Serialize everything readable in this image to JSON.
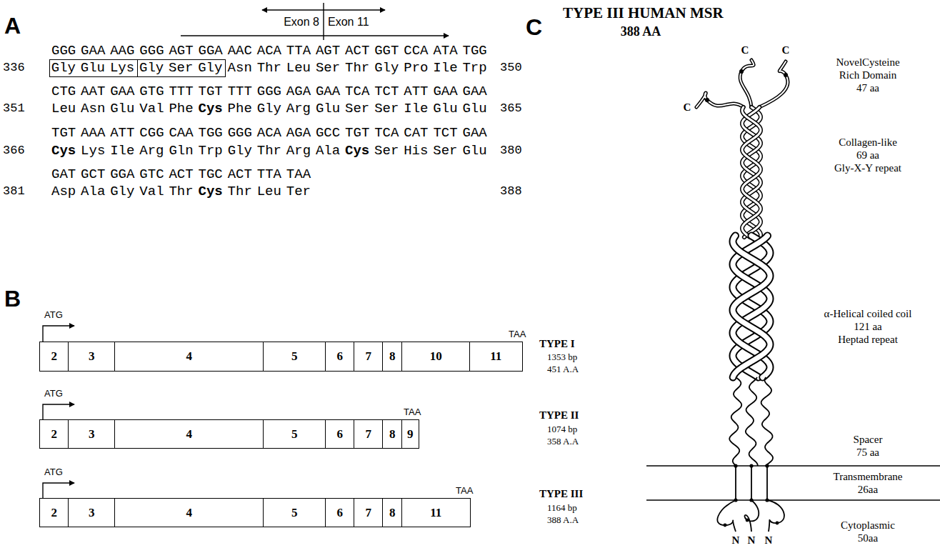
{
  "diagram": {
    "nodes": [
      {
        "text": [
          "Gly Glu Lys"
        ]
      },
      {
        "text": [
          "Gly Ser Gly"
        ]
      },
      {
        "text": [
          "2"
        ]
      },
      {
        "text": [
          "3"
        ]
      },
      {
        "text": [
          "4"
        ]
      },
      {
        "text": [
          "5"
        ]
      },
      {
        "text": [
          "6"
        ]
      },
      {
        "text": [
          "7"
        ]
      },
      {
        "text": [
          "8"
        ]
      },
      {
        "text": [
          "10"
        ]
      },
      {
        "text": [
          "11"
        ]
      },
      {
        "text": [
          "2"
        ]
      },
      {
        "text": [
          "3"
        ]
      },
      {
        "text": [
          "4"
        ]
      },
      {
        "text": [
          "5"
        ]
      },
      {
        "text": [
          "6"
        ]
      },
      {
        "text": [
          "7"
        ]
      },
      {
        "text": [
          "8"
        ]
      },
      {
        "text": [
          "9"
        ]
      },
      {
        "text": [
          "2"
        ]
      },
      {
        "text": [
          "3"
        ]
      },
      {
        "text": [
          "4"
        ]
      },
      {
        "text": [
          "5"
        ]
      },
      {
        "text": [
          "6"
        ]
      },
      {
        "text": [
          "7"
        ]
      },
      {
        "text": [
          "8"
        ]
      },
      {
        "text": [
          "11"
        ]
      }
    ],
    "labels": [
      "A",
      "Exon 8",
      "Exon 11",
      "GGG GAA AAG GGG AGT GGA AAC ACA TTA AGT ACT GGT CCA ATA TGG",
      "336",
      "Asn Thr Leu Ser Thr Gly Pro Ile Trp",
      "350",
      "CTG AAT GAA GTG TTT TGT TTT GGG AGA GAA TCA TCT ATT GAA GAA",
      "351",
      "Leu Asn Glu Val Phe",
      "Cys",
      "Phe Gly Arg Glu Ser Ser Ile Glu Glu",
      "365",
      "TGT AAA ATT CGG CAA TGG GGG ACA AGA GCC TGT TCA CAT TCT GAA",
      "366",
      "Cys",
      "Lys Ile Arg Gln Trp Gly Thr Arg Ala",
      "Cys",
      "Ser His Ser Glu",
      "380",
      "GAT GCT GGA GTC ACT TGC ACT TTA TAA",
      "381",
      "Asp Ala Gly Val Thr",
      "Cys",
      "Thr Leu Ter",
      "388",
      "B",
      "ATG",
      "TAA",
      "TYPE I",
      "1353 bp",
      "451 A.A",
      "ATG",
      "TAA",
      "TYPE II",
      "1074 bp",
      "358 A.A",
      "ATG",
      "TAA",
      "TYPE III",
      "1164 bp",
      "388 A.A",
      "C",
      "TYPE III HUMAN MSR",
      "388 AA",
      "C",
      "C",
      "C",
      "NovelCysteine Rich Domain",
      "47 aa",
      "Collagen-like",
      "69 aa",
      "Gly-X-Y repeat",
      "α-Helical coiled coil",
      "121 aa",
      "Heptad repeat",
      "Spacer",
      "75 aa",
      "Transmembrane",
      "26aa",
      "Cytoplasmic",
      "50aa",
      "N",
      "N",
      "N"
    ]
  }
}
